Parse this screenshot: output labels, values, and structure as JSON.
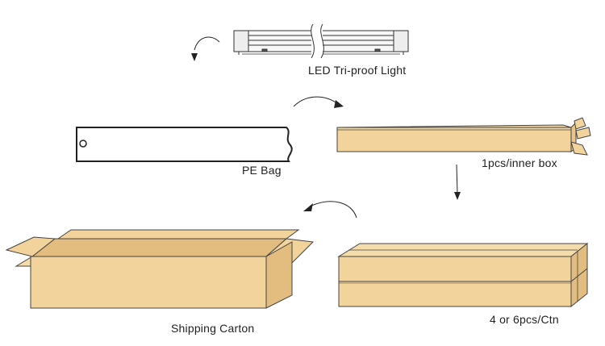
{
  "labels": {
    "light": "LED Tri-proof Light",
    "bag": "PE Bag",
    "inner_box": "1pcs/inner box",
    "shipping_carton": "Shipping Carton",
    "ctn": "4 or 6pcs/Ctn"
  },
  "colors": {
    "carton_face": "#f2d39c",
    "carton_dark": "#e3bd7f",
    "outline": "#222222"
  }
}
